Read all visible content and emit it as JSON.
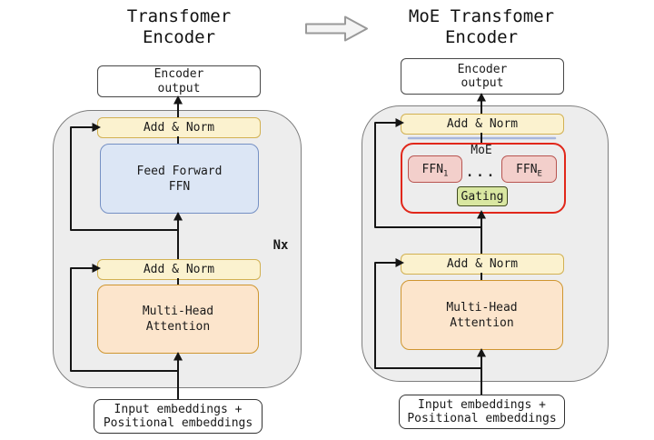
{
  "left_panel": {
    "title_line1": "Transfomer",
    "title_line2": "Encoder",
    "encoder_output_line1": "Encoder",
    "encoder_output_line2": "output",
    "add_norm_top": "Add & Norm",
    "ffn_line1": "Feed Forward",
    "ffn_line2": "FFN",
    "add_norm_bottom": "Add & Norm",
    "mha_line1": "Multi-Head",
    "mha_line2": "Attention",
    "repeat_label": "Nx",
    "input_line1": "Input embeddings +",
    "input_line2": "Positional embeddings"
  },
  "right_panel": {
    "title_line1": "MoE Transfomer",
    "title_line2": "Encoder",
    "encoder_output_line1": "Encoder",
    "encoder_output_line2": "output",
    "add_norm_top": "Add & Norm",
    "moe_label": "MoE",
    "ffn1_base": "FFN",
    "ffn1_sub": "1",
    "ffnE_base": "FFN",
    "ffnE_sub": "E",
    "dots": "...",
    "gating_label": "Gating",
    "add_norm_bottom": "Add & Norm",
    "mha_line1": "Multi-Head",
    "mha_line2": "Attention",
    "input_line1": "Input embeddings +",
    "input_line2": "Positional embeddings"
  },
  "colors": {
    "panel_fill": "#ededed",
    "panel_border": "#7e7e7e",
    "add_norm_fill": "#fbf2cf",
    "add_norm_border": "#d2b152",
    "ffn_fill": "#dce6f5",
    "ffn_border": "#7590c4",
    "mha_fill": "#fce5cc",
    "mha_border": "#cf9630",
    "expert_fill": "#f3cfcb",
    "expert_border": "#b85450",
    "moe_border": "#e1271a",
    "gating_fill": "#d9e7a1",
    "gating_border": "#3f4a1e",
    "hidden_ffn_line": "#a7b6dc",
    "connector": "#151515"
  }
}
